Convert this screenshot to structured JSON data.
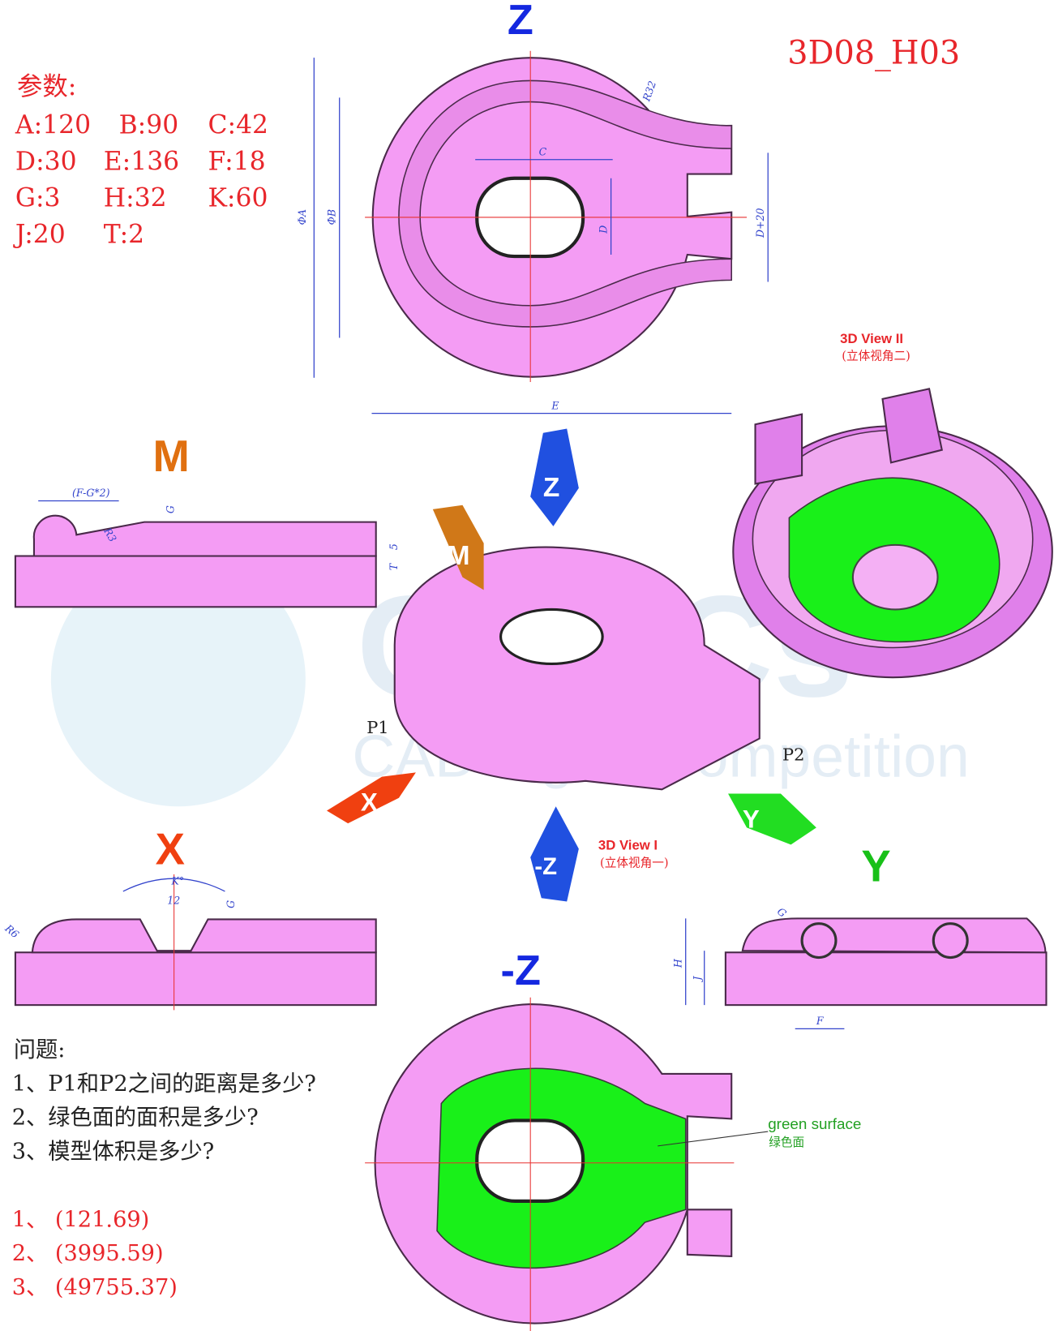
{
  "title": "3D08_H03",
  "params": {
    "heading": "参数:",
    "rows": [
      [
        "A:120",
        "B:90",
        "C:42"
      ],
      [
        "D:30",
        "E:136",
        "F:18"
      ],
      [
        "G:3",
        "H:32",
        "K:60"
      ],
      [
        "J:20",
        "T:2"
      ]
    ]
  },
  "views": {
    "z": "Z",
    "neg_z": "-Z",
    "m": "M",
    "x": "X",
    "y": "Y",
    "view1": {
      "title": "3D View I",
      "sub": "(立体视角一)"
    },
    "view2": {
      "title": "3D View II",
      "sub": "(立体视角二)"
    }
  },
  "dimensions": {
    "phiA": "ΦA",
    "phiB": "ΦB",
    "c": "C",
    "d": "D",
    "d20": "D+20",
    "e": "E",
    "r32": "R32",
    "fg2": "(F-G*2)",
    "g": "G",
    "r3": "R3",
    "five": "5",
    "t": "T",
    "k": "K°",
    "twelve": "12",
    "r6": "R6",
    "h": "H",
    "j": "J",
    "f": "F"
  },
  "points": {
    "p1": "P1",
    "p2": "P2"
  },
  "arrows": {
    "z": "Z",
    "m": "M",
    "x": "X",
    "y": "Y",
    "neg_z": "-Z"
  },
  "green_label": {
    "en": "green surface",
    "cn": "绿色面"
  },
  "watermark": {
    "brand": "CaTICs",
    "sub": "CAD digital competition"
  },
  "questions": {
    "heading": "问题:",
    "items": [
      "1、P1和P2之间的距离是多少?",
      "2、绿色面的面积是多少?",
      "3、模型体积是多少?"
    ]
  },
  "answers": [
    "1、 (121.69)",
    "2、 (3995.59)",
    "3、 (49755.37)"
  ],
  "colors": {
    "part": "#f49cf4",
    "green": "#19f019",
    "label_red": "#e8262b",
    "dim_blue": "#3344cc"
  }
}
